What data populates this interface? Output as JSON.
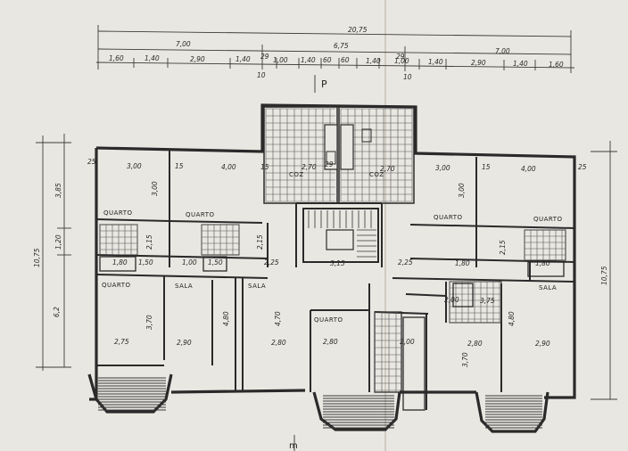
{
  "plan": {
    "paper_color": "#e9e7e1",
    "ink_color": "#2a2a2a",
    "north_symbol": "P",
    "stair_symbol": "m",
    "dimensions_top": {
      "total": "20,75",
      "segments_row1": [
        "7,00",
        "6,75",
        "7,00"
      ],
      "segments_row2": [
        "1,60",
        "1,40",
        "2,90",
        "1,40",
        "1,00",
        "1,40",
        "60",
        "60",
        "1,40",
        "1,00",
        "1,40",
        "2,90",
        "1,40",
        "1,60"
      ],
      "small": [
        "29",
        "29",
        "10",
        "10"
      ]
    },
    "dimensions_left": [
      "3,85",
      "1,20",
      "6,2",
      "10,75"
    ],
    "dimensions_right": [
      "10,75"
    ],
    "rooms": [
      {
        "label": "QUARTO"
      },
      {
        "label": "QUARTO"
      },
      {
        "label": "QUARTO"
      },
      {
        "label": "QUARTO"
      },
      {
        "label": "SALA"
      },
      {
        "label": "SALA"
      },
      {
        "label": "QUARTO"
      },
      {
        "label": "QUARTO"
      },
      {
        "label": "SALA"
      },
      {
        "label": "COZ"
      },
      {
        "label": "COZ"
      }
    ],
    "room_dims": [
      "3,00",
      "4,00",
      "2,70",
      "2,70",
      "3,00",
      "4,00",
      "2,75",
      "2,90",
      "2,80",
      "2,80",
      "2,80",
      "2,90",
      "2,00",
      "2,00",
      "4,80",
      "4,70",
      "4,80",
      "3,15",
      "2,25",
      "2,25",
      "1,00",
      "1,50",
      "1,50",
      "1,80",
      "1,80",
      "1,80",
      "2,15",
      "2,15",
      "2,15",
      "3,70",
      "3,70",
      "3,00",
      "3,00",
      "25",
      "25",
      "15",
      "15",
      "15",
      "29",
      "3,75"
    ]
  }
}
